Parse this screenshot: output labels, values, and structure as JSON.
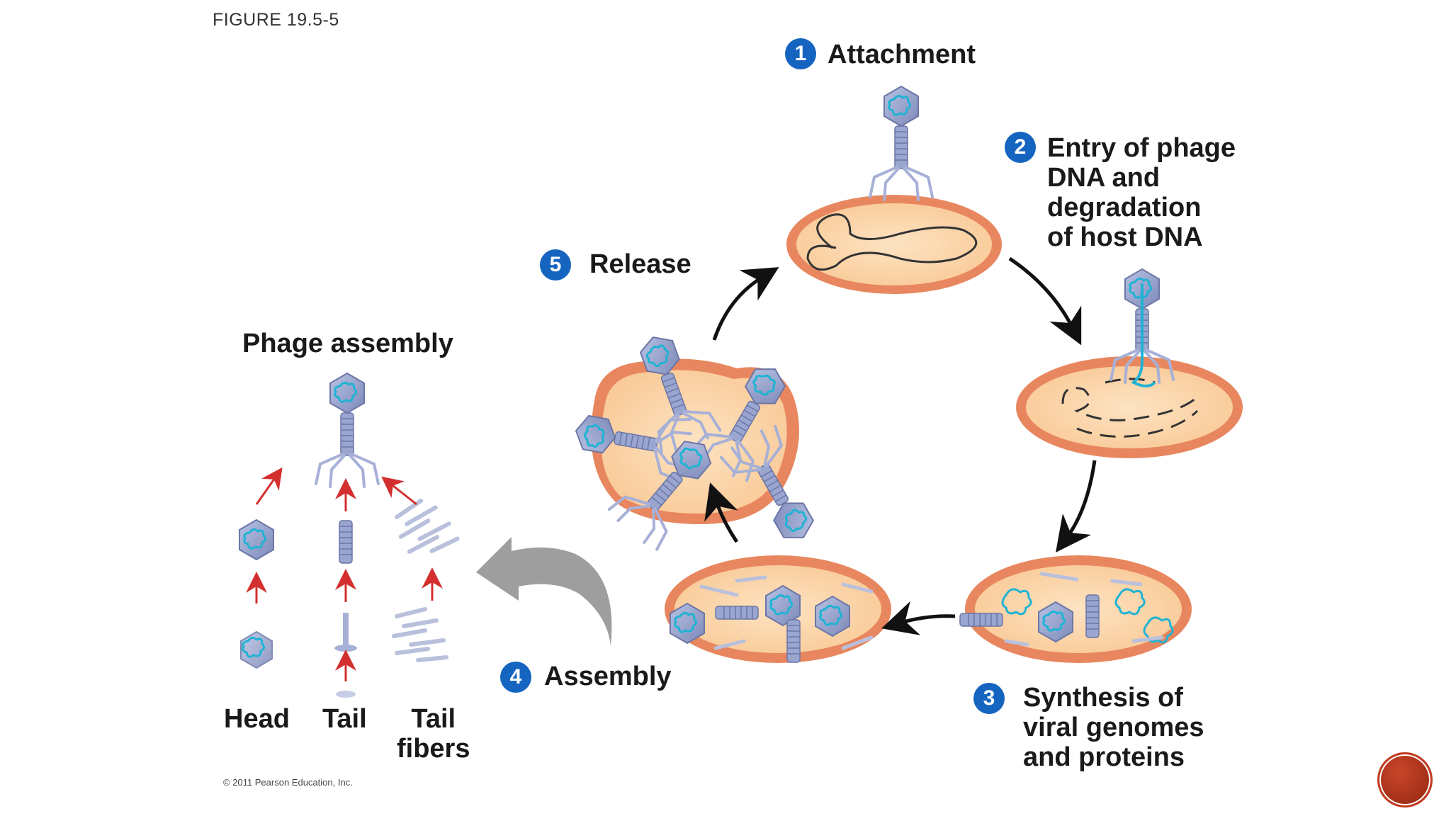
{
  "figure_label": "FIGURE 19.5-5",
  "copyright": "© 2011 Pearson Education, Inc.",
  "steps": [
    {
      "number": "1",
      "label": "Attachment"
    },
    {
      "number": "2",
      "label_lines": [
        "Entry of phage",
        "DNA and",
        "degradation",
        "of host DNA"
      ]
    },
    {
      "number": "3",
      "label_lines": [
        "Synthesis of",
        "viral genomes",
        "and proteins"
      ]
    },
    {
      "number": "4",
      "label": "Assembly"
    },
    {
      "number": "5",
      "label": "Release"
    }
  ],
  "assembly": {
    "title": "Phage assembly",
    "parts": {
      "head": "Head",
      "tail": "Tail",
      "tail_fibers_lines": [
        "Tail",
        "fibers"
      ]
    }
  },
  "colors": {
    "step_badge": "#1565c0",
    "cell_wall": "#e8875f",
    "cytoplasm": "#fcd9b0",
    "phage": "#9aa6cf",
    "phage_dna": "#1fb3d4",
    "red_arrow": "#d32f2f",
    "gray_arrow": "#9e9e9e",
    "nav_button": "#b23a1e"
  },
  "icons": {
    "nav_button": "circle-button-icon"
  }
}
